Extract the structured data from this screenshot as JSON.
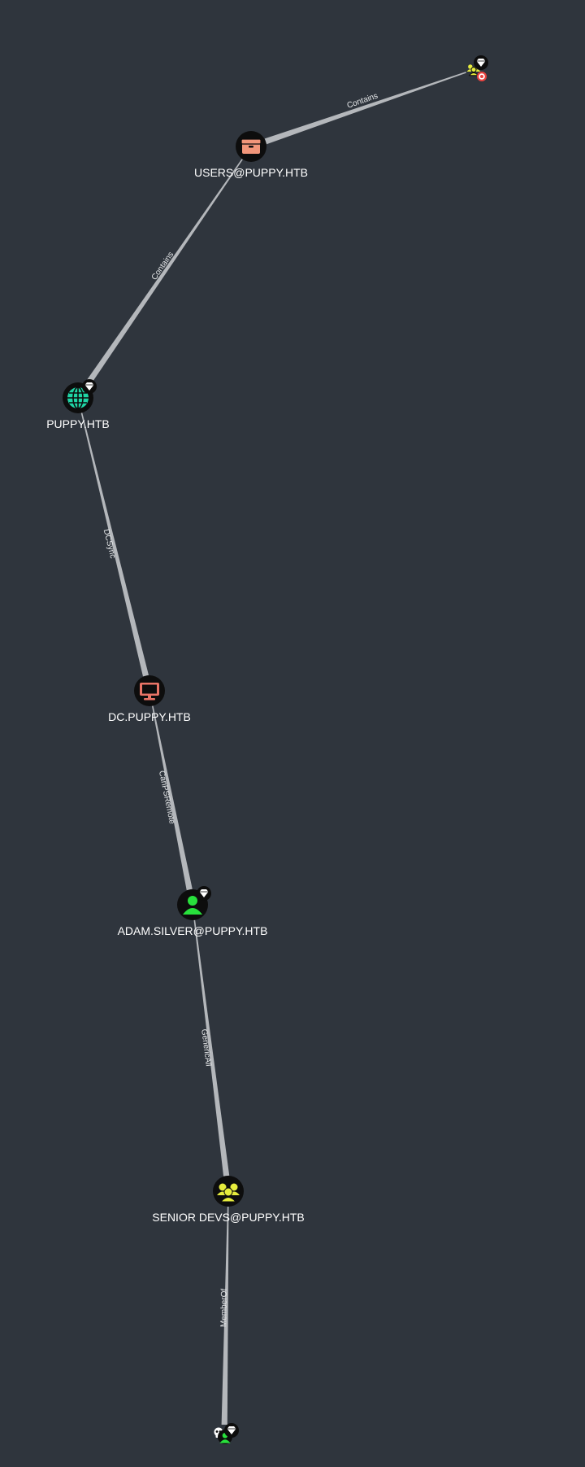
{
  "colors": {
    "background": "#2f353d",
    "edge": "#b4b7bb",
    "node_ring": "#0d0d0d",
    "container": "#f2967a",
    "domain": "#1fd6a6",
    "computer": "#e87466",
    "user": "#28e03c",
    "group": "#e6ec3d",
    "badge": "#ffffff",
    "target": "#e8423f"
  },
  "nodes": [
    {
      "id": "n1",
      "label": "",
      "type": "group",
      "icon": "group-tierzero-target-icon",
      "mini": true
    },
    {
      "id": "n2",
      "label": "USERS@PUPPY.HTB",
      "type": "container",
      "icon": "box-icon"
    },
    {
      "id": "n3",
      "label": "PUPPY.HTB",
      "type": "domain",
      "icon": "globe-icon",
      "badge": "gem-badge-icon"
    },
    {
      "id": "n4",
      "label": "DC.PUPPY.HTB",
      "type": "computer",
      "icon": "monitor-icon"
    },
    {
      "id": "n5",
      "label": "ADAM.SILVER@PUPPY.HTB",
      "type": "user",
      "icon": "user-icon",
      "badge": "gem-badge-icon"
    },
    {
      "id": "n6",
      "label": "SENIOR DEVS@PUPPY.HTB",
      "type": "group",
      "icon": "group-icon"
    },
    {
      "id": "n7",
      "label": "",
      "type": "user",
      "icon": "owned-user-icon",
      "mini": true
    }
  ],
  "edges": [
    {
      "from": "n1",
      "to": "n2",
      "label": "Contains"
    },
    {
      "from": "n2",
      "to": "n3",
      "label": "Contains"
    },
    {
      "from": "n3",
      "to": "n4",
      "label": "DCSync"
    },
    {
      "from": "n4",
      "to": "n5",
      "label": "CanPSRemote"
    },
    {
      "from": "n5",
      "to": "n6",
      "label": "GenericAll"
    },
    {
      "from": "n6",
      "to": "n7",
      "label": "MemberOf"
    }
  ]
}
